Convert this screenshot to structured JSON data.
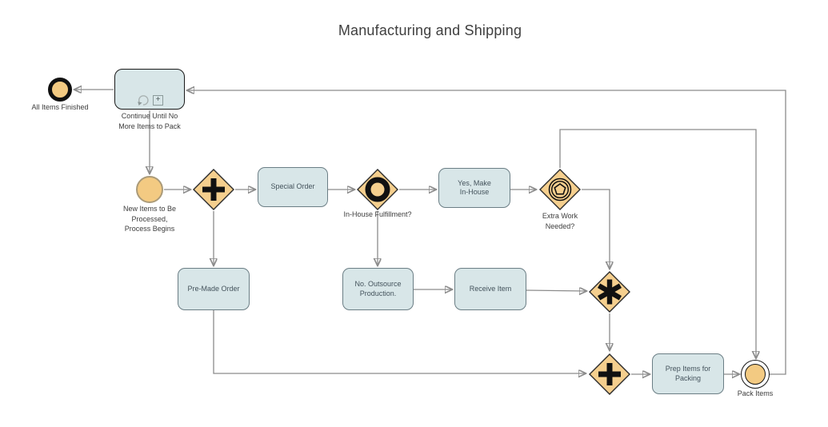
{
  "title": "Manufacturing and Shipping",
  "colors": {
    "task_fill": "#d8e6e8",
    "task_border": "#6b7e85",
    "shape_fill": "#f5cf8e",
    "event_fill": "#f3ca82",
    "line_color": "#8c8c8c",
    "title_color": "#3f3f3f"
  },
  "icons": {
    "subprocess_plus": "+"
  },
  "nodes": {
    "end_event": {
      "label": "All Items Finished"
    },
    "subprocess": {
      "label": "Continue Until No\nMore Items to Pack"
    },
    "start_event": {
      "label": "New Items to Be\nProcessed,\nProcess Begins"
    },
    "task_special_order": {
      "label": "Special Order"
    },
    "gateway_inclusive": {
      "label": "In-House Fulfillment?"
    },
    "task_yes_make_in_house": {
      "label": "Yes, Make\nIn-House"
    },
    "gateway_event_based": {
      "label": "Extra Work\nNeeded?"
    },
    "task_pre_made_order": {
      "label": "Pre-Made Order"
    },
    "task_no_outsource": {
      "label": "No. Outsource\nProduction."
    },
    "task_receive_item": {
      "label": "Receive Item"
    },
    "task_prep_items": {
      "label": "Prep Items for\nPacking"
    },
    "pack_event": {
      "label": "Pack Items"
    }
  }
}
